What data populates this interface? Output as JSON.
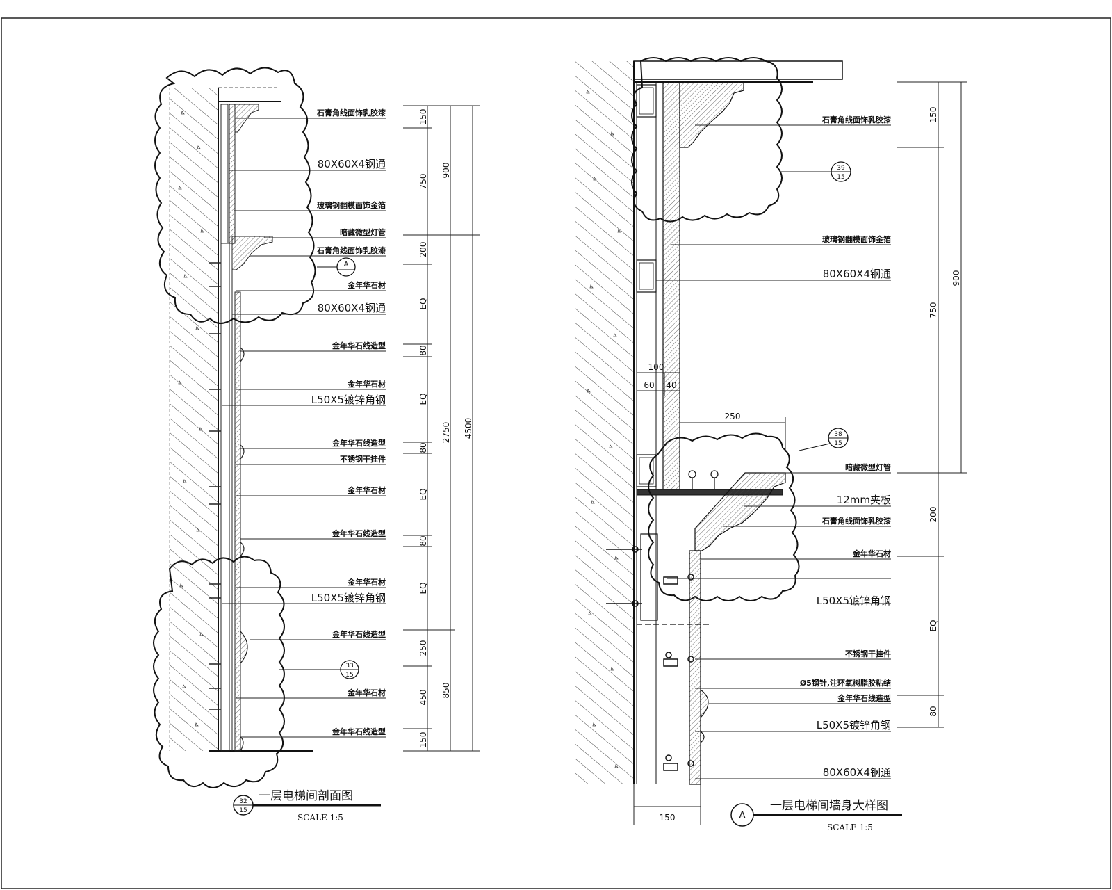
{
  "left_drawing": {
    "labels": [
      "石膏角线面饰乳胶漆",
      "80X60X4钢通",
      "玻璃钢翻模面饰金箔",
      "暗藏微型灯管",
      "石膏角线面饰乳胶漆",
      "金年华石材",
      "80X60X4钢通",
      "金年华石线造型",
      "金年华石材",
      "L50X5镀锌角钢",
      "金年华石线造型",
      "不锈钢干挂件",
      "金年华石材",
      "金年华石线造型",
      "金年华石材",
      "L50X5镀锌角钢",
      "金年华石线造型",
      "金年华石材",
      "金年华石线造型"
    ],
    "dims_col1": [
      "150",
      "750",
      "200",
      "EQ",
      "80",
      "EQ",
      "80",
      "EQ",
      "80",
      "EQ",
      "250",
      "450",
      "150"
    ],
    "dims_col2": [
      "900",
      "2750",
      "850"
    ],
    "dims_col3": [
      "4500"
    ],
    "callout_a": "A",
    "callout_33_top": "33",
    "callout_33_bottom": "15",
    "title_callout_top": "32",
    "title_callout_bottom": "15",
    "title": "一层电梯间剖面图",
    "scale": "SCALE  1:5"
  },
  "right_drawing": {
    "labels": [
      "石膏角线面饰乳胶漆",
      "玻璃钢翻模面饰金箔",
      "80X60X4钢通",
      "暗藏微型灯管",
      "12mm夹板",
      "石膏角线面饰乳胶漆",
      "金年华石材",
      "L50X5镀锌角钢",
      "不锈钢干挂件",
      "Ø5钢针,注环氧树脂胶粘结",
      "金年华石线造型",
      "L50X5镀锌角钢",
      "80X60X4钢通"
    ],
    "dims_right_col1": [
      "150",
      "750",
      "200",
      "EQ",
      "80"
    ],
    "dims_right_col2": [
      "900"
    ],
    "dims_inner": [
      "100",
      "60",
      "40",
      "250",
      "150"
    ],
    "callout_39_top": "39",
    "callout_39_bottom": "15",
    "callout_38_top": "38",
    "callout_38_bottom": "15",
    "title_callout": "A",
    "title": "一层电梯间墙身大样图",
    "scale": "SCALE  1:5"
  }
}
